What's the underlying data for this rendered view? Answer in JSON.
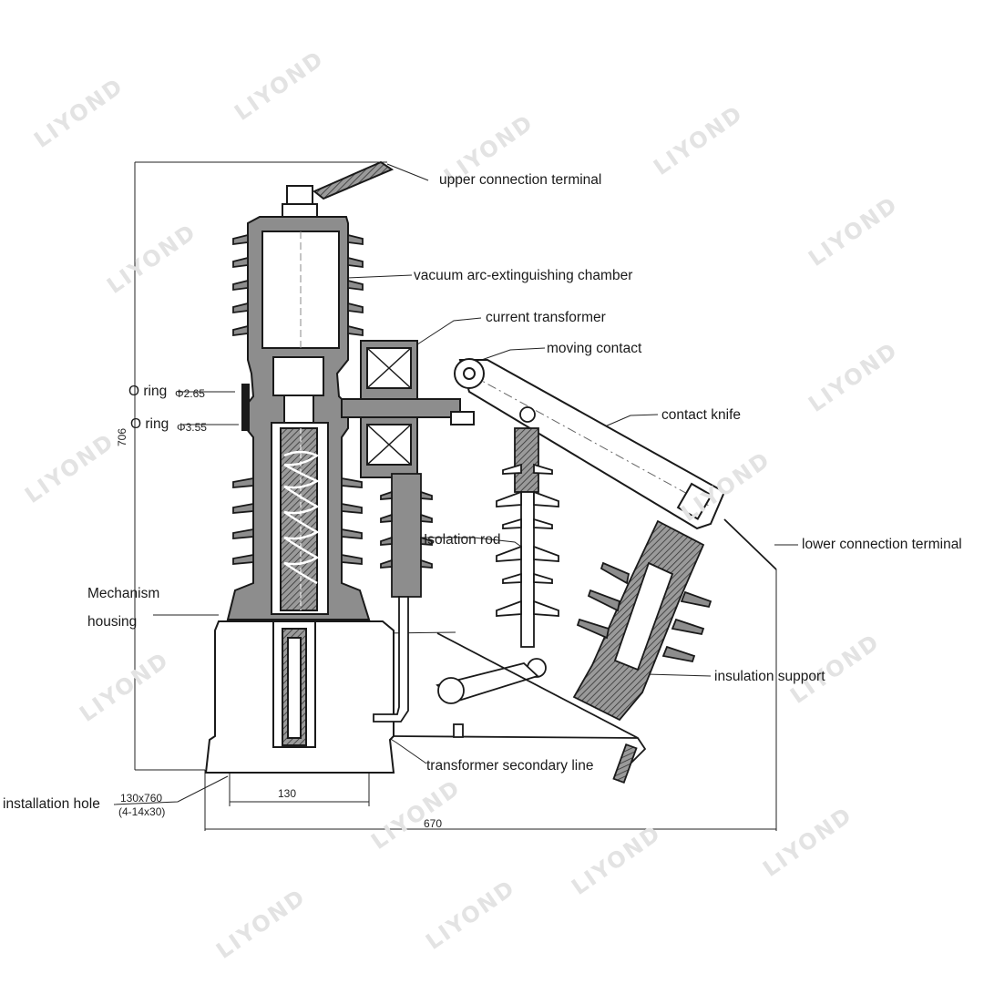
{
  "watermark": "LIYOND",
  "labels": {
    "upper_terminal": "upper connection terminal",
    "vacuum_chamber": "vacuum arc-extinguishing chamber",
    "current_transformer": "current transformer",
    "moving_contact": "moving contact",
    "contact_knife": "contact knife",
    "lower_terminal": "lower connection terminal",
    "isolation_rod": "Isolation rod",
    "insulation_support": "insulation support",
    "mechanism_line1": "Mechanism",
    "mechanism_line2": "housing",
    "secondary_line": "transformer secondary line",
    "installation_hole": "installation hole",
    "o_ring_1": "O ring",
    "o_ring_1_size": "Φ2.65",
    "o_ring_2": "O ring",
    "o_ring_2_size": "Φ3.55"
  },
  "dimensions": {
    "height": "706",
    "base_width": "130",
    "total_width": "670",
    "hole_size": "130x760",
    "hole_spec": "(4-14x30)"
  },
  "colors": {
    "line": "#1a1a1a",
    "hatch": "#444444",
    "background": "#ffffff",
    "watermark": "#e3e3e3"
  }
}
